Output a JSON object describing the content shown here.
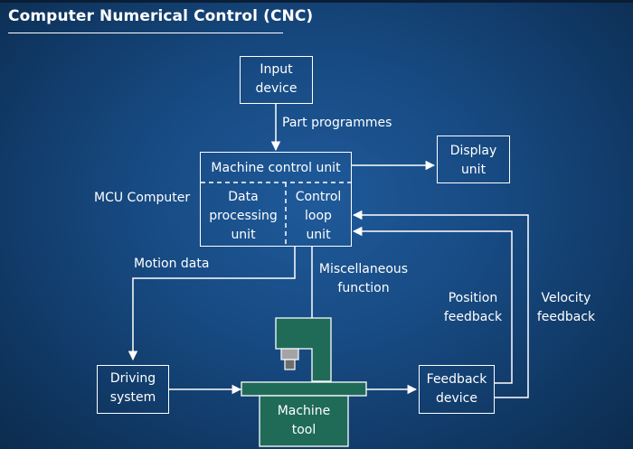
{
  "title": "Computer Numerical Control (CNC)",
  "nodes": {
    "input_device": {
      "line1": "Input",
      "line2": "device"
    },
    "display_unit": {
      "line1": "Display",
      "line2": "unit"
    },
    "mcu": {
      "header": "Machine control unit"
    },
    "data_processing_unit": {
      "line1": "Data",
      "line2": "processing",
      "line3": "unit"
    },
    "control_loop_unit": {
      "line1": "Control",
      "line2": "loop",
      "line3": "unit"
    },
    "driving_system": {
      "line1": "Driving",
      "line2": "system"
    },
    "feedback_device": {
      "line1": "Feedback",
      "line2": "device"
    },
    "machine_tool": {
      "line1": "Machine",
      "line2": "tool"
    }
  },
  "labels": {
    "part_programmes": "Part programmes",
    "mcu_computer": "MCU Computer",
    "motion_data": "Motion data",
    "misc_line1": "Miscellaneous",
    "misc_line2": "function",
    "position_line1": "Position",
    "position_line2": "feedback",
    "velocity_line1": "Velocity",
    "velocity_line2": "feedback"
  },
  "colors": {
    "background": "#174a82",
    "machine_green": "#1f6b58",
    "line": "#ffffff"
  }
}
